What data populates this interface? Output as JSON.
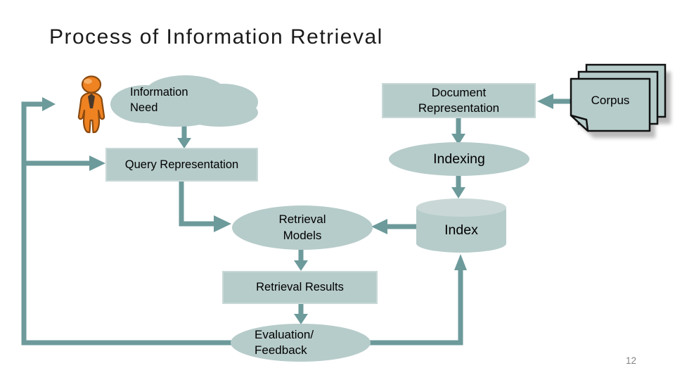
{
  "slide": {
    "title": "Process of Information Retrieval",
    "page_number": "12"
  },
  "colors": {
    "shape_fill": "#b6ccca",
    "shape_border": "#c9d9d7",
    "connector": "#6d9a9b",
    "cylinder_top": "#c9d8d6",
    "corpus_shadow": "#9e9e9e",
    "doc_outline": "#111111",
    "person_orange": "#ef8221",
    "person_outline": "#8a4a10",
    "tie_color": "#4a382a",
    "title_color": "#1b1b1b",
    "page_number_color": "#848484"
  },
  "nodes": {
    "information_need": {
      "line1": "Information",
      "line2": "Need",
      "shape": "cloud"
    },
    "query_representation": {
      "label": "Query Representation",
      "shape": "box"
    },
    "document_representation": {
      "line1": "Document",
      "line2": "Representation",
      "shape": "box"
    },
    "corpus": {
      "label": "Corpus",
      "shape": "document-stack"
    },
    "indexing": {
      "label": "Indexing",
      "shape": "ellipse"
    },
    "index": {
      "label": "Index",
      "shape": "cylinder"
    },
    "retrieval_models": {
      "line1": "Retrieval",
      "line2": "Models",
      "shape": "ellipse"
    },
    "retrieval_results": {
      "label": "Retrieval Results",
      "shape": "box"
    },
    "evaluation_feedback": {
      "line1": "Evaluation/",
      "line2": "Feedback",
      "shape": "ellipse"
    }
  },
  "edges": [
    {
      "from": "information_need",
      "to": "query_representation"
    },
    {
      "from": "query_representation",
      "to": "retrieval_models"
    },
    {
      "from": "corpus",
      "to": "document_representation"
    },
    {
      "from": "document_representation",
      "to": "indexing"
    },
    {
      "from": "indexing",
      "to": "index"
    },
    {
      "from": "index",
      "to": "retrieval_models"
    },
    {
      "from": "retrieval_models",
      "to": "retrieval_results"
    },
    {
      "from": "retrieval_results",
      "to": "evaluation_feedback"
    },
    {
      "from": "evaluation_feedback",
      "to": "information_need"
    },
    {
      "from": "evaluation_feedback",
      "to": "index"
    }
  ],
  "icons": {
    "person": "person-icon",
    "corpus_stack": "document-stack-icon",
    "index_db": "database-cylinder-icon"
  }
}
